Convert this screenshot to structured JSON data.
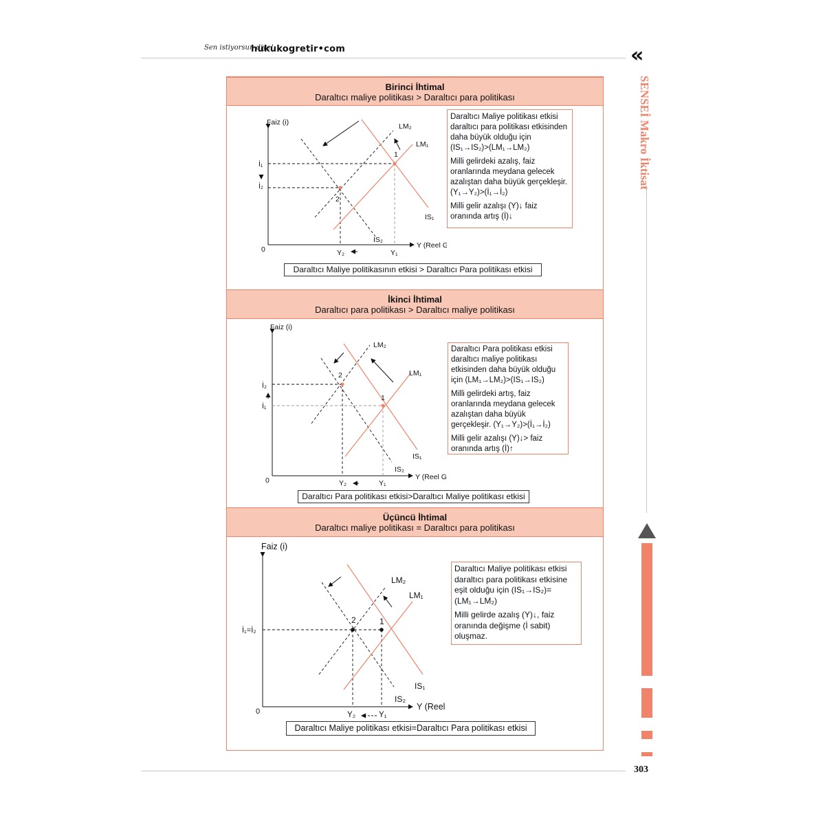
{
  "header": {
    "brand_script": "Sen istiyorsun diye!",
    "brand_site": "hukukogretir•com",
    "back_icon": "«"
  },
  "sidebar": {
    "title": "SENSEİ Makro İktisat"
  },
  "page_number": "303",
  "colors": {
    "accent": "#f0836a",
    "header_fill": "#f9c7b5"
  },
  "sections": [
    {
      "title": "Birinci İhtimal",
      "subtitle": "Daraltıcı maliye politikası > Daraltıcı para politikası",
      "graph": {
        "y_axis_label": "Faiz (i)",
        "x_axis_label": "Y (Reel GSYİH-Çıktı-Gelir)",
        "origin_label": "0",
        "i_labels": [
          "İ₁",
          "İ₂"
        ],
        "y_labels": [
          "Y₂",
          "Y₁"
        ],
        "curve_labels": {
          "lm2": "LM₂",
          "lm1": "LM₁",
          "is1": "IS₁",
          "is2": "IS₂"
        },
        "point_labels": [
          "1",
          "2"
        ]
      },
      "note": [
        "Daraltıcı Maliye politikası etkisi daraltıcı para politikası etkisinden daha büyük olduğu için (IS₁→IS₂)>(LM₁→LM₂)",
        "Milli gelirdeki azalış, faiz oranlarında meydana gelecek azalıştan daha büyük gerçekleşir. (Y₁→Y₂)>(İ₁→İ₂)",
        "Milli gelir azalışı (Y)↓ faiz oranında artış (İ)↓"
      ],
      "caption": "Daraltıcı Maliye politikasının etkisi > Daraltıcı Para politikası etkisi"
    },
    {
      "title": "İkinci İhtimal",
      "subtitle": "Daraltıcı para politikası > Daraltıcı maliye politikası",
      "graph": {
        "y_axis_label": "Faiz (i)",
        "x_axis_label": "Y (Reel GSYİH-Çıktı-Gelir)",
        "origin_label": "0",
        "i_labels": [
          "İ₂",
          "İ₁"
        ],
        "y_labels": [
          "Y₂",
          "Y₁"
        ],
        "curve_labels": {
          "lm2": "LM₂",
          "lm1": "LM₁",
          "is1": "IS₁",
          "is2": "IS₂"
        },
        "point_labels": [
          "2",
          "1"
        ]
      },
      "note": [
        "Daraltıcı Para politikası etkisi daraltıcı maliye politikası etkisinden daha büyük olduğu için (LM₁→LM₂)>(IS₁→IS₂)",
        "Milli gelirdeki artış, faiz oranlarında meydana gelecek azalıştan daha büyük gerçekleşir. (Y₁→Y₂)>(İ₁→İ₂)",
        "Milli gelir azalışı (Y)↓> faiz oranında artış (İ)↑"
      ],
      "caption": "Daraltıcı Para politikası etkisi>Daraltıcı Maliye politikası etkisi"
    },
    {
      "title": "Üçüncü İhtimal",
      "subtitle": "Daraltıcı maliye politikası = Daraltıcı para politikası",
      "graph": {
        "y_axis_label": "Faiz (i)",
        "x_axis_label": "Y (Reel GSYİH-Çıktı-Gelir)",
        "origin_label": "0",
        "i_labels": [
          "İ₁=İ₂"
        ],
        "y_labels": [
          "Y₂",
          "Y₁"
        ],
        "curve_labels": {
          "lm2": "LM₂",
          "lm1": "LM₁",
          "is1": "IS₁",
          "is2": "IS₂"
        },
        "point_labels": [
          "2",
          "1"
        ]
      },
      "note": [
        "Daraltıcı Maliye politikası etkisi daraltıcı para politikası etkisine eşit olduğu için (IS₁→IS₂)=(LM₁→LM₂)",
        "Milli gelirde azalış (Y)↓, faiz oranında değişme (İ sabit) oluşmaz."
      ],
      "caption": "Daraltıcı Maliye politikası etkisi=Daraltıcı Para politikası etkisi"
    }
  ]
}
